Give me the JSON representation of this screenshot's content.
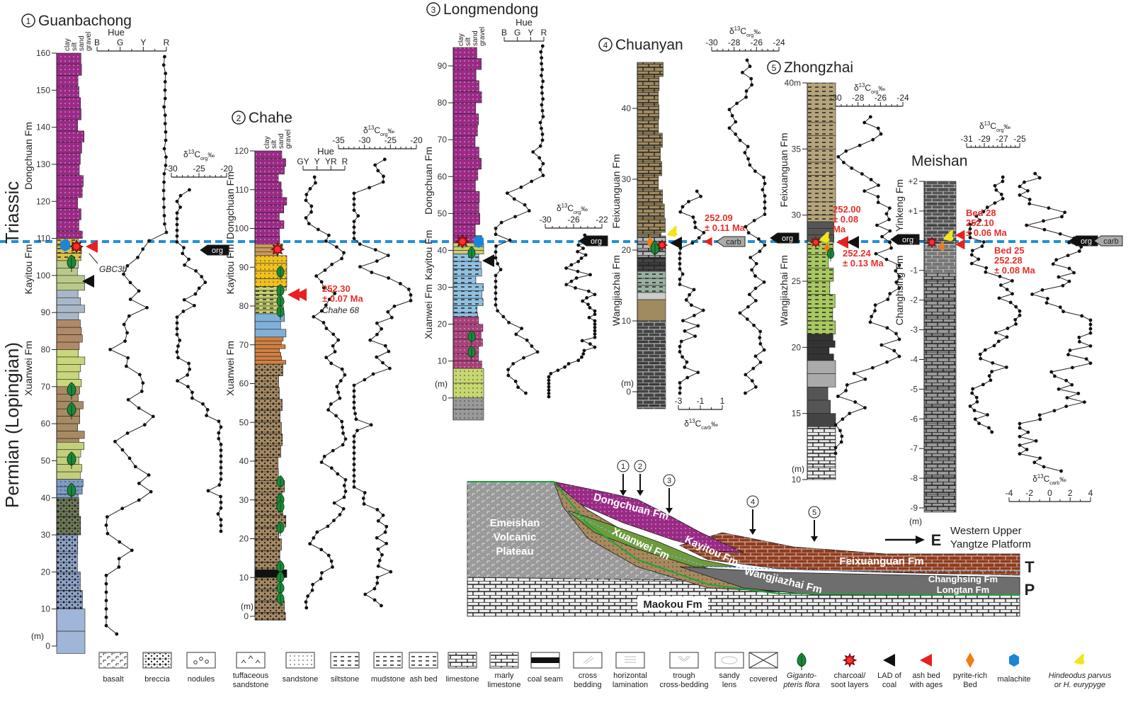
{
  "figure": {
    "period_labels": {
      "triassic": "Triassic",
      "permian": "Permian (Lopingian)"
    },
    "grain_labels": [
      "clay",
      "silt",
      "sand",
      "gravel"
    ],
    "hue_title": "Hue",
    "unit_label": "(m)",
    "delta": {
      "symbol": "δ",
      "mass": "13",
      "element": "C",
      "org": "org",
      "carb": "carb",
      "permil": "‰"
    },
    "tags": {
      "org": "org",
      "carb": "carb"
    },
    "colors": {
      "boundary": "#1e90d8",
      "age_text": "#e8302a",
      "dongchuan": "#9a2a86",
      "leaf": "#1a8a3a"
    }
  },
  "sections": {
    "guanbachong": {
      "number": "1",
      "name": "Guanbachong",
      "depth_ticks": [
        "0",
        "10",
        "20",
        "30",
        "40",
        "50",
        "60",
        "70",
        "80",
        "90",
        "100",
        "110",
        "120",
        "130",
        "140",
        "150",
        "160"
      ],
      "hue_ticks": [
        "B",
        "G",
        "Y",
        "R"
      ],
      "org_ticks": [
        "-30",
        "-25",
        "-20"
      ],
      "formations": {
        "dongchuan": "Dongchuan Fm",
        "kayitou": "Kayitou Fm",
        "xuanwei": "Xuanwei Fm"
      },
      "sample": "GBC3b"
    },
    "chahe": {
      "number": "2",
      "name": "Chahe",
      "depth_ticks": [
        "0",
        "10",
        "20",
        "30",
        "40",
        "50",
        "60",
        "70",
        "80",
        "90",
        "100",
        "110",
        "120"
      ],
      "hue_ticks": [
        "GY",
        "Y",
        "YR",
        "R"
      ],
      "org_ticks": [
        "-35",
        "-30",
        "-25",
        "-20"
      ],
      "formations": {
        "dongchuan": "Dongchuan Fm",
        "kayitou": "Kayitou Fm",
        "xuanwei": "Xuanwei Fm"
      },
      "age": {
        "value": "252.30",
        "error": "± 0.07 Ma",
        "sample": "Chahe 68"
      }
    },
    "longmendong": {
      "number": "3",
      "name": "Longmendong",
      "depth_ticks": [
        "0",
        "10",
        "20",
        "30",
        "40",
        "50",
        "60",
        "70",
        "80",
        "90"
      ],
      "hue_ticks": [
        "B",
        "G",
        "Y",
        "R"
      ],
      "org_ticks": [
        "-30",
        "-26",
        "-22"
      ],
      "formations": {
        "dongchuan": "Dongchuan Fm",
        "kayitou": "Kayitou Fm",
        "xuanwei": "Xuanwei Fm"
      }
    },
    "chuanyan": {
      "number": "4",
      "name": "Chuanyan",
      "depth_ticks": [
        "0",
        "10",
        "20",
        "30",
        "40"
      ],
      "org_ticks": [
        "-30",
        "-28",
        "-26",
        "-24"
      ],
      "carb_ticks": [
        "-3",
        "-1",
        "1"
      ],
      "formations": {
        "feixuanguan": "Feixuanguan Fm",
        "wangjiazhai": "Wangjiazhai Fm"
      },
      "age": {
        "value": "252.09",
        "error": "± 0.11 Ma"
      }
    },
    "zhongzhai": {
      "number": "5",
      "name": "Zhongzhai",
      "depth_ticks": [
        "10",
        "15",
        "20",
        "25",
        "30",
        "35",
        "40m"
      ],
      "org_ticks": [
        "-30",
        "-28",
        "-26",
        "-24"
      ],
      "formations": {
        "feixuanguan": "Feixuanguan Fm",
        "wangjiazhai": "Wangjiazhai Fm"
      },
      "age_upper": {
        "value": "252.00",
        "error": "± 0.08",
        "unit": "Ma"
      },
      "age_lower": {
        "value": "252.24",
        "error": "± 0.13 Ma"
      }
    },
    "meishan": {
      "name": "Meishan",
      "depth_ticks": [
        "+2",
        "+1",
        "0",
        "-1",
        "-2",
        "-3",
        "-4",
        "-5",
        "-6",
        "-7",
        "-8",
        "-9"
      ],
      "org_ticks": [
        "-31",
        "-29",
        "-27",
        "-25"
      ],
      "carb_ticks": [
        "-4",
        "-2",
        "0",
        "2",
        "4"
      ],
      "formations": {
        "yinkeng": "Yinkeng Fm",
        "changhsing": "Changhsing Fm"
      },
      "age_upper": {
        "bed": "Bed 28",
        "value": "252.10",
        "error": "± 0.06 Ma"
      },
      "age_lower": {
        "bed": "Bed 25",
        "value": "252.28",
        "error": "± 0.08 Ma"
      }
    }
  },
  "cross_section": {
    "plateau": [
      "Emeishan",
      "Volcanic",
      "Plateau"
    ],
    "formations": {
      "dongchuan": "Dongchuan Fm",
      "xuanwei": "Xuanwei Fm",
      "kayitou": "Kayitou Fm",
      "feixuanguan": "Feixuanguan Fm",
      "wangjiazhai": "Wangjiazhai Fm",
      "changhsing": "Changhsing Fm",
      "longtan": "Longtan Fm",
      "maokou": "Maokou Fm"
    },
    "section_markers": [
      "1",
      "2",
      "3",
      "4",
      "5"
    ],
    "direction": "E",
    "platform": [
      "Western Upper",
      "Yangtze Platform"
    ],
    "system_t": "T",
    "system_p": "P"
  },
  "legend": [
    {
      "key": "basalt",
      "label": [
        "basalt"
      ]
    },
    {
      "key": "breccia",
      "label": [
        "breccia"
      ]
    },
    {
      "key": "nodules",
      "label": [
        "nodules"
      ]
    },
    {
      "key": "tuff",
      "label": [
        "tuffaceous",
        "sandstone"
      ]
    },
    {
      "key": "sandstone",
      "label": [
        "sandstone"
      ]
    },
    {
      "key": "siltstone",
      "label": [
        "siltstone"
      ]
    },
    {
      "key": "mudstone",
      "label": [
        "mudstone"
      ]
    },
    {
      "key": "ashbed",
      "label": [
        "ash bed"
      ]
    },
    {
      "key": "limestone",
      "label": [
        "limestone"
      ]
    },
    {
      "key": "marly",
      "label": [
        "marly",
        "limestone"
      ]
    },
    {
      "key": "coal",
      "label": [
        "coal seam"
      ]
    },
    {
      "key": "cross",
      "label": [
        "cross",
        "bedding"
      ]
    },
    {
      "key": "horizontal",
      "label": [
        "horizontal",
        "lamination"
      ]
    },
    {
      "key": "trough",
      "label": [
        "trough",
        "cross-bedding"
      ]
    },
    {
      "key": "sandylens",
      "label": [
        "sandy",
        "lens"
      ]
    },
    {
      "key": "covered",
      "label": [
        "covered"
      ]
    },
    {
      "key": "leaf",
      "label": [
        "Giganto-",
        "pteris flora"
      ]
    },
    {
      "key": "charcoal",
      "label": [
        "charcoal/",
        "soot layers"
      ]
    },
    {
      "key": "lad",
      "label": [
        "LAD of",
        "coal"
      ]
    },
    {
      "key": "ash",
      "label": [
        "ash bed",
        "with ages"
      ]
    },
    {
      "key": "pyrite",
      "label": [
        "pyrite-rich",
        "Bed"
      ]
    },
    {
      "key": "malachite",
      "label": [
        "malachite"
      ]
    },
    {
      "key": "conodont",
      "label": [
        "Hindeodus parvus",
        "or H. eurypyge"
      ]
    }
  ]
}
